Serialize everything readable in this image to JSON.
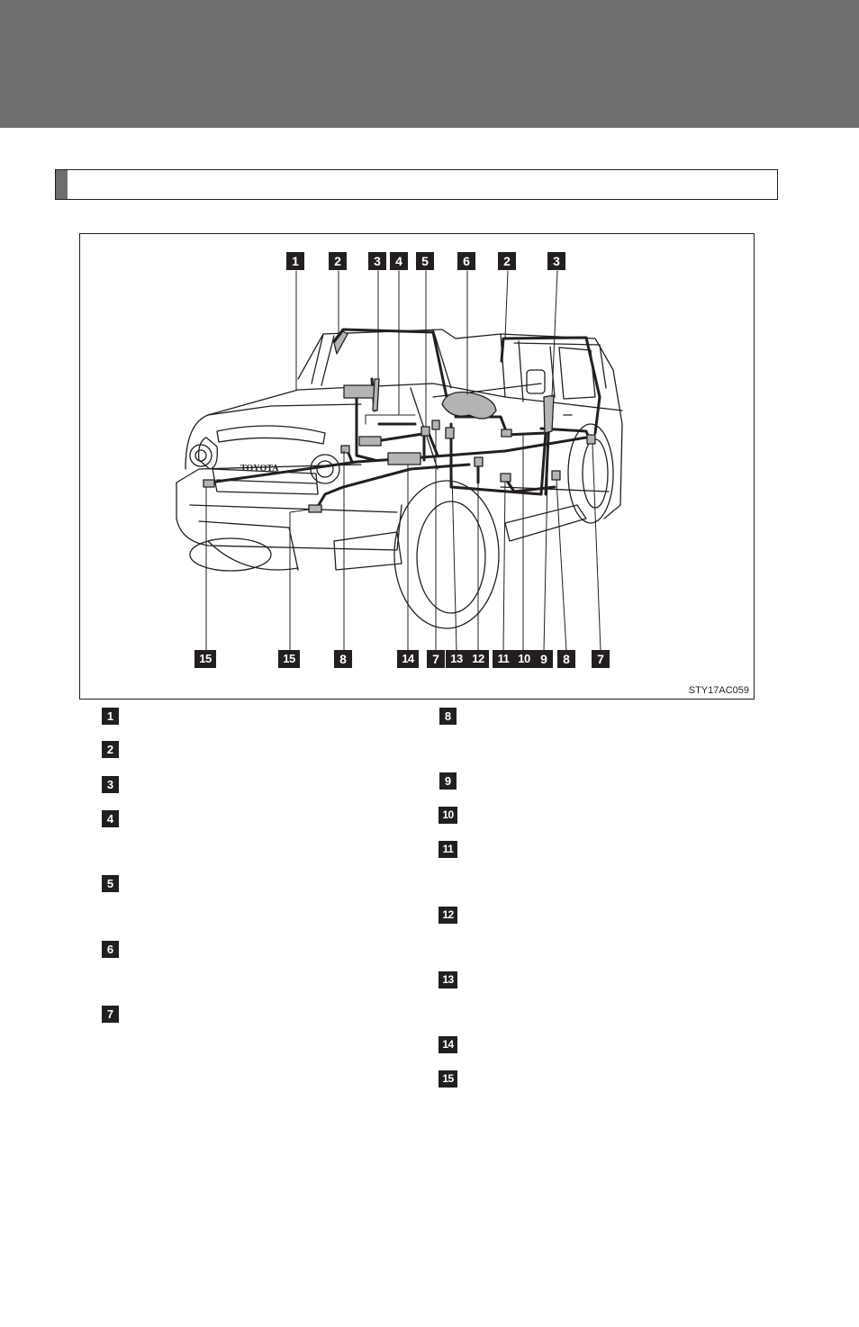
{
  "header": {
    "title": ""
  },
  "section": {
    "title": ""
  },
  "figure": {
    "id": "STY17AC059",
    "top_callouts": [
      "1",
      "2",
      "3",
      "4",
      "5",
      "6",
      "2",
      "3"
    ],
    "bottom_callouts": [
      "15",
      "15",
      "8",
      "14",
      "7",
      "13",
      "12",
      "11",
      "10",
      "9",
      "8",
      "7"
    ]
  },
  "legend": {
    "left": [
      {
        "num": "1",
        "text": ""
      },
      {
        "num": "2",
        "text": ""
      },
      {
        "num": "3",
        "text": ""
      },
      {
        "num": "4",
        "text": ""
      },
      {
        "num": "5",
        "text": ""
      },
      {
        "num": "6",
        "text": ""
      },
      {
        "num": "7",
        "text": ""
      }
    ],
    "right": [
      {
        "num": "8",
        "text": ""
      },
      {
        "num": "9",
        "text": ""
      },
      {
        "num": "10",
        "text": ""
      },
      {
        "num": "11",
        "text": ""
      },
      {
        "num": "12",
        "text": ""
      },
      {
        "num": "13",
        "text": ""
      },
      {
        "num": "14",
        "text": ""
      },
      {
        "num": "15",
        "text": ""
      }
    ]
  }
}
